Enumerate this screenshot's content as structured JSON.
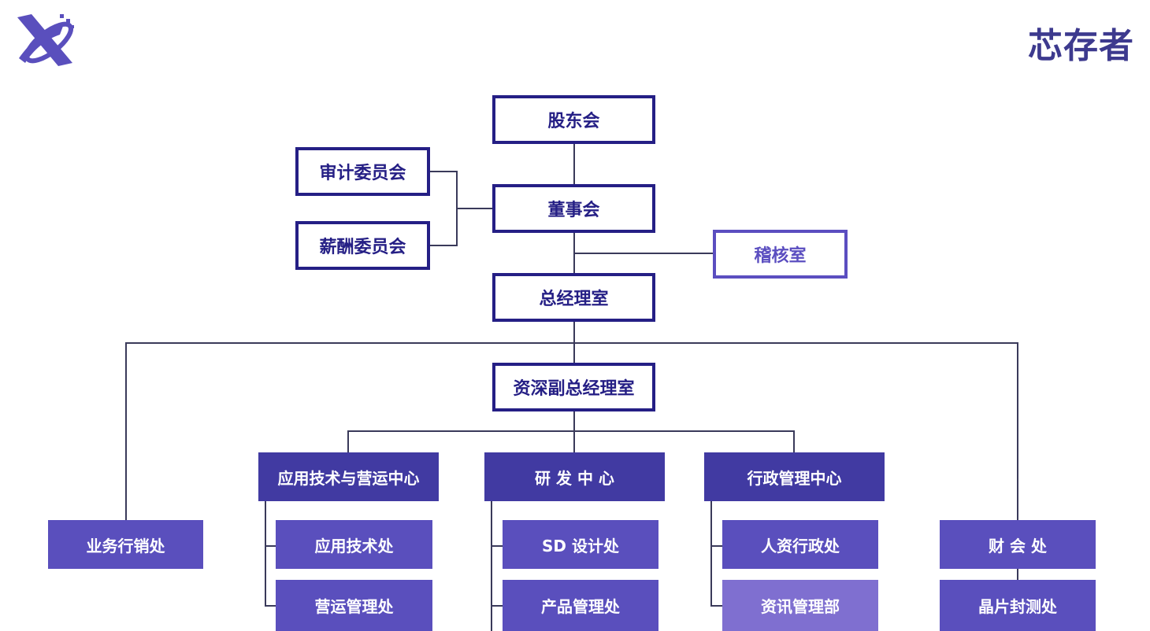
{
  "brand": {
    "name": "芯存者",
    "logo_icon": "x-logo-icon"
  },
  "colors": {
    "dark_navy": "#251f85",
    "purple": "#5a4fbd",
    "dark_purple": "#413aa2",
    "light_purple": "#7f6fd0",
    "line": "#3a3a5a"
  },
  "org": {
    "shareholders": "股东会",
    "board": "董事会",
    "audit_committee": "审计委员会",
    "compensation_committee": "薪酬委员会",
    "internal_audit": "稽核室",
    "gm_office": "总经理室",
    "senior_vp_office": "资深副总经理室",
    "sales": "业务行销处",
    "finance": "财 会 处",
    "wafer_test": "晶片封测处",
    "centers": [
      {
        "name": "应用技术与营运中心",
        "divisions": [
          "应用技术处",
          "营运管理处"
        ]
      },
      {
        "name": "研 发 中 心",
        "divisions": [
          "SD 设计处",
          "产品管理处"
        ]
      },
      {
        "name": "行政管理中心",
        "divisions": [
          "人资行政处",
          "资讯管理部"
        ]
      }
    ]
  }
}
